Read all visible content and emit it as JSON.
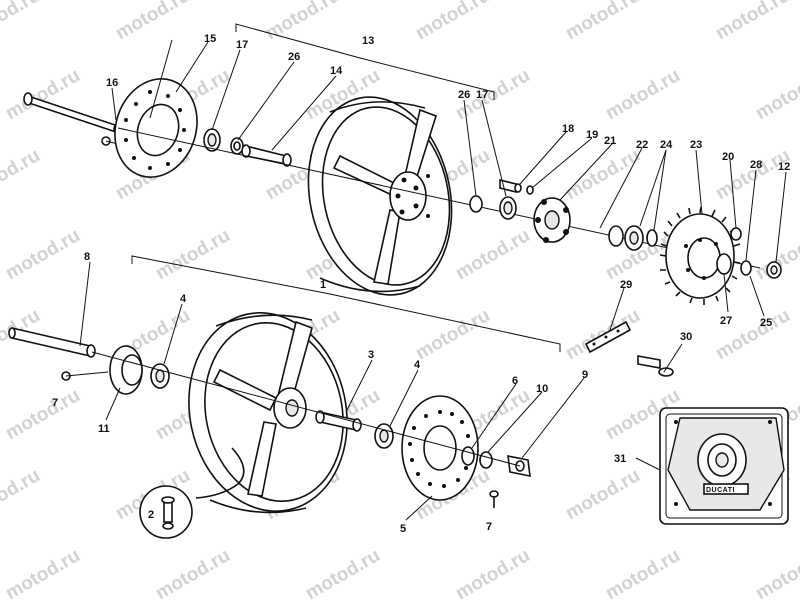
{
  "watermark": "motod.ru",
  "logo_text": "DUCATI",
  "callouts": [
    "1",
    "2",
    "3",
    "4",
    "4",
    "5",
    "6",
    "7",
    "7",
    "8",
    "9",
    "10",
    "11",
    "12",
    "13",
    "14",
    "15",
    "16",
    "17",
    "17",
    "18",
    "19",
    "20",
    "21",
    "22",
    "23",
    "24",
    "25",
    "26",
    "26",
    "27",
    "28",
    "29",
    "30",
    "31"
  ]
}
